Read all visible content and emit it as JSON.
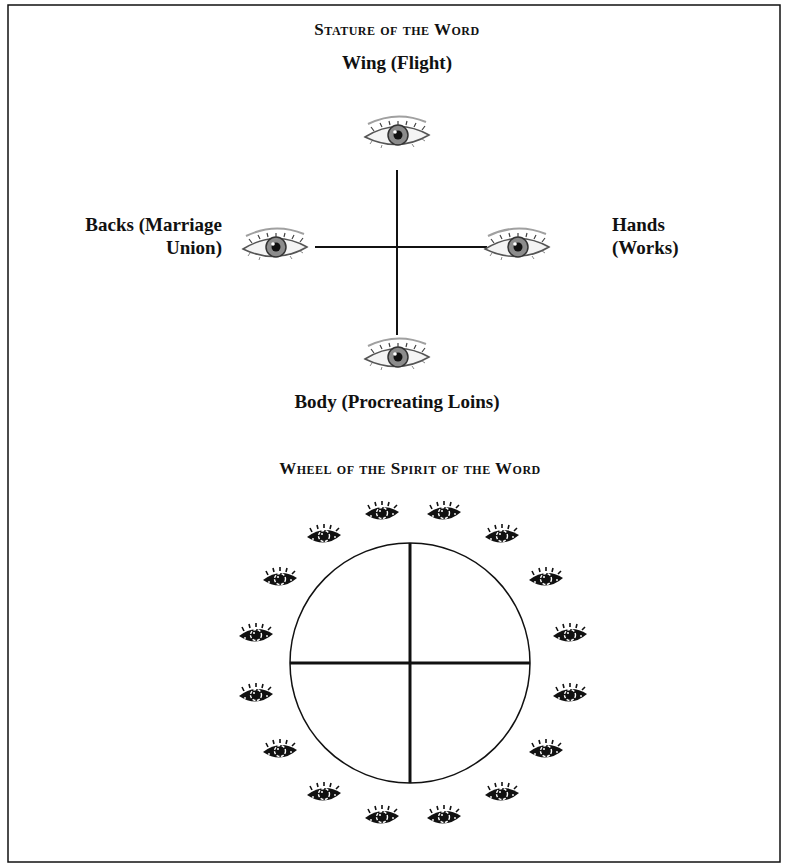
{
  "diagram": {
    "title": "Stature of the Word",
    "labels": [
      "Wing (Flight)",
      "Backs (Marriage Union)",
      "Hands (Works)",
      "Body (Procreating Loins)",
      "Wheel of the Spirit of the Word"
    ]
  }
}
